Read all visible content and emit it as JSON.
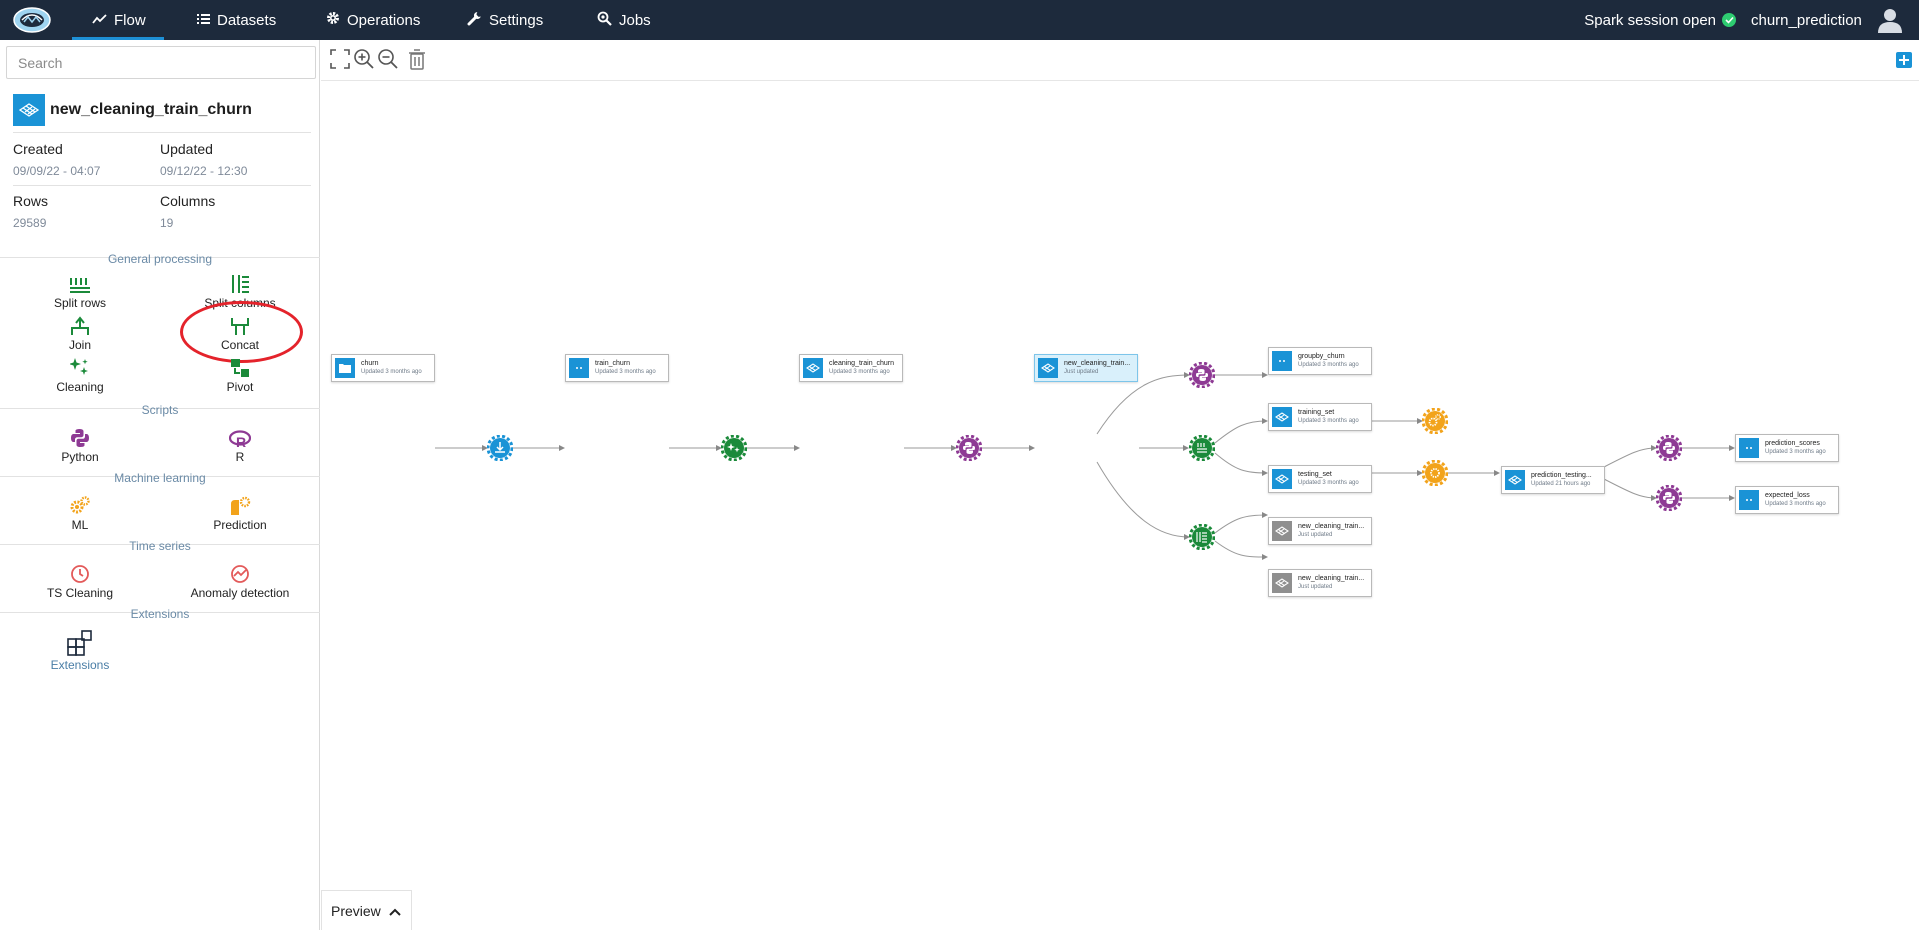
{
  "nav": {
    "items": [
      {
        "label": "Flow",
        "icon": "chart-line-icon"
      },
      {
        "label": "Datasets",
        "icon": "list-icon"
      },
      {
        "label": "Operations",
        "icon": "gear-icon"
      },
      {
        "label": "Settings",
        "icon": "wrench-icon"
      },
      {
        "label": "Jobs",
        "icon": "search-gear-icon"
      }
    ],
    "spark_status": "Spark session open",
    "project": "churn_prediction"
  },
  "search": {
    "placeholder": "Search"
  },
  "dataset": {
    "name": "new_cleaning_train_churn",
    "created_label": "Created",
    "created_value": "09/09/22 - 04:07",
    "updated_label": "Updated",
    "updated_value": "09/12/22 - 12:30",
    "rows_label": "Rows",
    "rows_value": "29589",
    "columns_label": "Columns",
    "columns_value": "19"
  },
  "sections": {
    "general": "General processing",
    "scripts": "Scripts",
    "ml": "Machine learning",
    "ts": "Time series",
    "ext": "Extensions"
  },
  "operations": {
    "split_rows": "Split rows",
    "split_columns": "Split columns",
    "join": "Join",
    "concat": "Concat",
    "cleaning": "Cleaning",
    "pivot": "Pivot",
    "python": "Python",
    "r": "R",
    "ml": "ML",
    "prediction": "Prediction",
    "ts_cleaning": "TS Cleaning",
    "anomaly": "Anomaly detection",
    "extensions": "Extensions"
  },
  "colors": {
    "nav_bg": "#1d2a3c",
    "accent": "#1a93d6",
    "green": "#1b8a3a",
    "purple": "#8e3a94",
    "orange": "#f2a31b",
    "red": "#e35a5a",
    "highlight": "#e4232b"
  },
  "flow": {
    "nodes": {
      "churn": {
        "name": "churn",
        "sub": "Updated 3 months ago"
      },
      "train_churn": {
        "name": "train_churn",
        "sub": "Updated 3 months ago"
      },
      "cleaning_train_churn": {
        "name": "cleaning_train_churn",
        "sub": "Updated 3 months ago"
      },
      "new_cleaning_train": {
        "name": "new_cleaning_train...",
        "sub": "Just updated"
      },
      "groupby_churn": {
        "name": "groupby_churn",
        "sub": "Updated 3 months ago"
      },
      "training_set": {
        "name": "training_set",
        "sub": "Updated 3 months ago"
      },
      "testing_set": {
        "name": "testing_set",
        "sub": "Updated 3 months ago"
      },
      "new_cleaning_train_a": {
        "name": "new_cleaning_train...",
        "sub": "Just updated"
      },
      "new_cleaning_train_b": {
        "name": "new_cleaning_train...",
        "sub": "Just updated"
      },
      "prediction_testing": {
        "name": "prediction_testing...",
        "sub": "Updated 21 hours ago"
      },
      "prediction_scores": {
        "name": "prediction_scores",
        "sub": "Updated 3 months ago"
      },
      "expected_loss": {
        "name": "expected_loss",
        "sub": "Updated 3 months ago"
      }
    }
  },
  "preview": {
    "label": "Preview"
  }
}
